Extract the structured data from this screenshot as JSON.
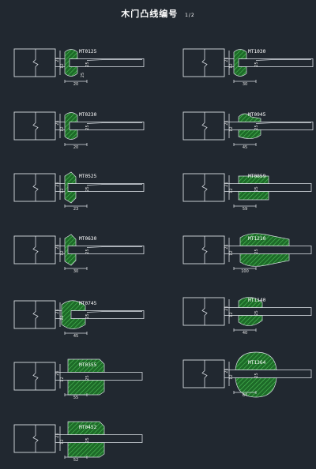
{
  "sheet": {
    "title": "木门凸线编号",
    "page": "1/2"
  },
  "colors": {
    "background": "#212830",
    "outline": "#d8dde3",
    "hatch": "#2f9a3a",
    "dimension": "#e8e8e8",
    "label": "#ffffff"
  },
  "profiles": [
    {
      "code": "MT0125",
      "dims": {
        "h1": "21",
        "h2": "12",
        "h3": "25",
        "w1": "20",
        "w2": "25"
      }
    },
    {
      "code": "MT0230",
      "dims": {
        "h1": "21",
        "h2": "12",
        "h3": "25",
        "w1": "20"
      }
    },
    {
      "code": "MT0525",
      "dims": {
        "h1": "21",
        "h2": "12",
        "h3": "25",
        "w1": "23"
      }
    },
    {
      "code": "MT0630",
      "dims": {
        "h1": "21",
        "h2": "12",
        "h3": "25",
        "w1": "30"
      }
    },
    {
      "code": "MT0745",
      "dims": {
        "h1": "21",
        "h2": "12",
        "h3": "25",
        "w1": "45"
      }
    },
    {
      "code": "MT0355",
      "dims": {
        "h1": "21",
        "h2": "12",
        "h3": "25",
        "w1": "55"
      }
    },
    {
      "code": "MT0452",
      "dims": {
        "h1": "21",
        "h2": "12",
        "h3": "25",
        "w1": "52"
      }
    },
    {
      "code": "MT1030",
      "dims": {
        "h1": "21",
        "h2": "12",
        "h3": "25",
        "w1": "30"
      }
    },
    {
      "code": "MT0945",
      "dims": {
        "h1": "21",
        "h2": "12",
        "h3": "25",
        "w1": "45"
      }
    },
    {
      "code": "MT0859",
      "dims": {
        "h1": "21",
        "h2": "12",
        "h3": "25",
        "w1": "59"
      }
    },
    {
      "code": "MT1210",
      "dims": {
        "h1": "21",
        "h2": "12",
        "h3": "25",
        "w1": "100"
      }
    },
    {
      "code": "MT1140",
      "dims": {
        "h1": "21",
        "h2": "12",
        "h3": "25",
        "w1": "40"
      }
    },
    {
      "code": "MT1364",
      "dims": {
        "h1": "21",
        "h2": "12",
        "h3": "25",
        "w1": "64"
      }
    }
  ]
}
